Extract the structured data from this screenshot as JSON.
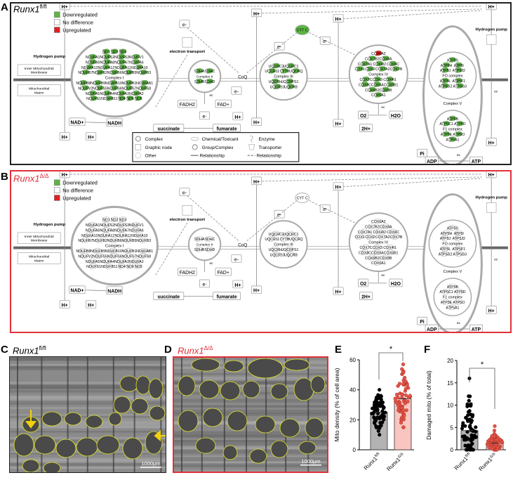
{
  "figure": {
    "panel_letters": [
      "A",
      "B",
      "C",
      "D",
      "E",
      "F"
    ],
    "genotype_flox": {
      "base": "Runx1",
      "sup": "fl/fl"
    },
    "genotype_ko": {
      "base": "Runx1",
      "sup": "Δ/Δ"
    },
    "colors": {
      "downregulated": "#5bb543",
      "no_difference": "#ffffff",
      "upregulated": "#e02020",
      "ko_accent": "#e0303a",
      "em_outline": "#e6e628",
      "arrow": "#f2d20c"
    }
  },
  "pathway": {
    "status_legend": [
      {
        "label": "Downregulated",
        "status": "down"
      },
      {
        "label": "No difference",
        "status": "none"
      },
      {
        "label": "Upregulated",
        "status": "up"
      }
    ],
    "labels": {
      "hplus": "H+",
      "hydrogen_pump": "Hydrogen pump",
      "inner_membrane": "Inner Mitochondrial Membrane",
      "matrix": "Mitochondrial Matrix",
      "electron_transport": "electron transport",
      "e_minus": "e-",
      "coq": "CoQ",
      "cytc": "CYT C",
      "nad": "NAD+",
      "nadh": "NADH",
      "fadh2": "FADH2",
      "fad": "FAD+",
      "succinate": "succinate",
      "fumarate": "fumarate",
      "o2": "O2",
      "h2o": "H2O",
      "two_h": "2H+",
      "pi": "Pi",
      "adp": "ADP",
      "atp": "ATP",
      "ec": "ec",
      "complex_1": "Complex I",
      "complex_2": "Complex II",
      "complex_3": "Complex III",
      "complex_4": "Complex IV",
      "complex_5": "Complex V",
      "fo_complex": "FO complex",
      "f1_complex": "F1 complex"
    },
    "complex_1_subunits": [
      "NDUFB7",
      "NDUFB2",
      "NDUFB6",
      "NDUFB5",
      "NDUFB3",
      "NDUFB8",
      "NDUFB9",
      "NDUFB10",
      "NDUFB1",
      "NDUFAB1",
      "NDUFA13",
      "NDUFA12",
      "NDUFA11",
      "NDUFA10",
      "NDUFV2",
      "NDUFS5",
      "NDUFS6",
      "NDUFS7",
      "NDUFS8",
      "NDUFA9",
      "NDUFA8",
      "NDUFA7",
      "NDUFA6",
      "NDUFA5",
      "NDUFA4",
      "NDUFA3",
      "NDUFA2",
      "NDUFA1",
      "NDUFS2",
      "NDUFS3",
      "NDUFV1",
      "NDUFS1",
      "NDUFB11",
      "ND4",
      "ND6",
      "ND5",
      "ND1",
      "ND2",
      "ND3"
    ],
    "complex_2_subunits": [
      "SDHA",
      "SDHC",
      "SDHB",
      "SDHD"
    ],
    "complex_3_subunits": [
      "UQCR11",
      "CYTB",
      "UQCRQ",
      "UQCRH",
      "UQCRFS1",
      "UQCRC2",
      "UQCRC1",
      "UQCR10",
      "UQCRB"
    ],
    "complex_4_subunits": [
      "COX1",
      "COX2",
      "COX7A2",
      "COX7B",
      "COX7C",
      "COX3",
      "COX4I1",
      "COX7A1",
      "COX4I2",
      "COX6C",
      "COX8C",
      "COX5A",
      "COX6B1",
      "COX7B2",
      "COX8A",
      "COX6B2",
      "COX5B",
      "COX6A2",
      "COX6A1"
    ],
    "complex_4_up_in_A": [
      "COX6A2"
    ],
    "fo_subunits": [
      "ATP5J",
      "ATP5J2",
      "ATP5L",
      "ATP5F1",
      "ATP5H",
      "ATP5I",
      "ATP5G2",
      "ATP5G3",
      "ATP5S"
    ],
    "f1_subunits": [
      "ATP5C1",
      "ATP5D",
      "ATP5E",
      "ATP5O",
      "ATP5B",
      "ATP5A1"
    ],
    "node_legend": [
      {
        "shape": "complex",
        "label": "Complex"
      },
      {
        "shape": "chemical",
        "label": "Chemical/Toxicant"
      },
      {
        "shape": "enzyme",
        "label": "Enzyme"
      },
      {
        "shape": "graphic",
        "label": "Graphic node"
      },
      {
        "shape": "group",
        "label": "Group/Complex"
      },
      {
        "shape": "transporter",
        "label": "Transporter"
      },
      {
        "shape": "other",
        "label": "Other"
      },
      {
        "shape": "solid",
        "label": "Relationship"
      },
      {
        "shape": "dashed",
        "label": "Relationship"
      }
    ],
    "panels": [
      {
        "id": "A",
        "complex_status": "down",
        "border": "#222222"
      },
      {
        "id": "B",
        "complex_status": "none",
        "border": "#e0303a"
      }
    ]
  },
  "micrographs": {
    "scale_bar_label": "1000μm"
  },
  "chart_data": [
    {
      "type": "bar",
      "panel": "E",
      "categories": [
        "Runx1fl/fl",
        "Runx1Δ/Δ"
      ],
      "category_base": "Runx1",
      "category_sups": [
        "fl/fl",
        "Δ/Δ"
      ],
      "values": [
        25,
        34
      ],
      "observed_range": [
        [
          10,
          40
        ],
        [
          15,
          57
        ]
      ],
      "ylabel": "Mito density (% of cell area)",
      "ylim": [
        0,
        60
      ],
      "yticks": [
        0,
        20,
        40,
        60
      ],
      "significance": "*",
      "bar_colors": [
        "#b3b3b3",
        "#f9c5c0"
      ],
      "point_colors": [
        "#000000",
        "#e05545"
      ],
      "grid": false
    },
    {
      "type": "bar",
      "panel": "F",
      "categories": [
        "Runx1fl/fl",
        "Runx1Δ/Δ"
      ],
      "category_base": "Runx1",
      "category_sups": [
        "fl/fl",
        "Δ/Δ"
      ],
      "values": [
        4.3,
        1.5
      ],
      "observed_range": [
        [
          0,
          16
        ],
        [
          0,
          5.3
        ]
      ],
      "ylabel": "Damaged mito (% of total)",
      "ylim": [
        0,
        20
      ],
      "yticks": [
        0,
        5,
        10,
        15,
        20
      ],
      "significance": "*",
      "bar_colors": [
        "#b3b3b3",
        "#f9c5c0"
      ],
      "point_colors": [
        "#000000",
        "#e05545"
      ],
      "grid": false
    }
  ]
}
